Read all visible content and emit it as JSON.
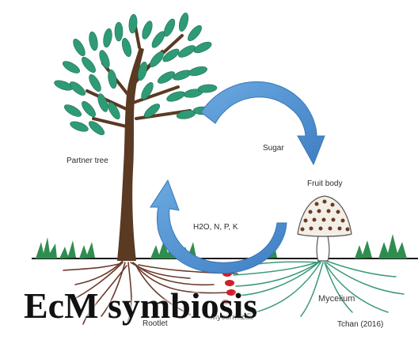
{
  "diagram": {
    "title": "EcM symbiosis",
    "labels": {
      "partner_tree": "Partner tree",
      "sugar": "Sugar",
      "fruit_body": "Fruit body",
      "nutrients": "H2O, N, P, K",
      "rootlet": "Rootlet",
      "mycorrhizae": "Mycorrhizae",
      "mycelium": "Mycelium",
      "credit": "Tchan (2016)"
    },
    "colors": {
      "arrow": "#4a8fd0",
      "foliage": "#2e9b76",
      "trunk": "#5a3a22",
      "roots": "#6b3a2a",
      "mycelium": "#3c9a78",
      "mycorrhizae": "#cf1f2a",
      "grass": "#2f8e4f",
      "mushroom_dots": "#6b3a25"
    }
  }
}
